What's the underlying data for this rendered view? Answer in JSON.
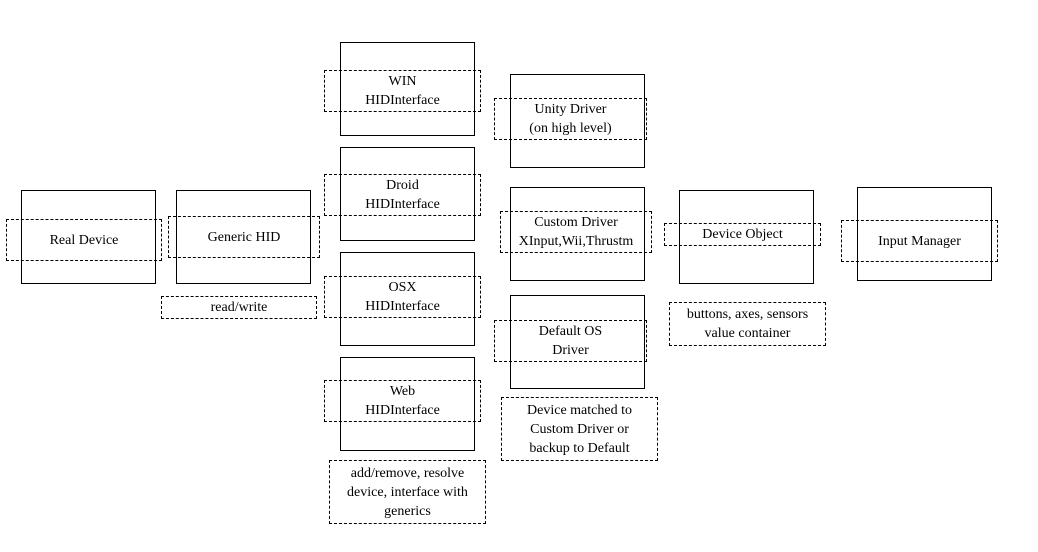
{
  "nodes": {
    "real_device": [
      "Real Device"
    ],
    "generic_hid": [
      "Generic HID"
    ],
    "win_hid": [
      "WIN",
      "HIDInterface"
    ],
    "droid_hid": [
      "Droid",
      "HIDInterface"
    ],
    "osx_hid": [
      "OSX",
      "HIDInterface"
    ],
    "web_hid": [
      "Web",
      "HIDInterface"
    ],
    "unity_driver": [
      "Unity Driver",
      "(on high level)"
    ],
    "custom_driver": [
      "Custom Driver",
      "XInput,Wii,Thrustm"
    ],
    "default_os_driver": [
      "Default OS",
      "Driver"
    ],
    "device_object": [
      "Device Object"
    ],
    "input_manager": [
      "Input Manager"
    ]
  },
  "notes": {
    "generic_hid": [
      "read/write"
    ],
    "hid_interfaces": [
      "add/remove, resolve",
      "device,  interface with",
      "generics"
    ],
    "drivers": [
      "Device matched to",
      "Custom Driver or",
      "backup to Default"
    ],
    "device_object": [
      "buttons, axes, sensors",
      "value container"
    ]
  }
}
